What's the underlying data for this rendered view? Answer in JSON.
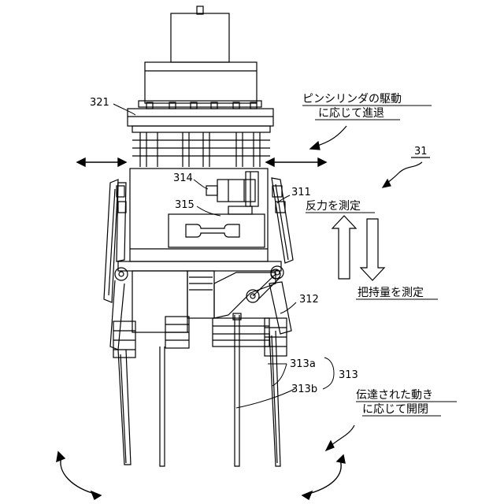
{
  "labels": {
    "ref_31": "31",
    "ref_321": "321",
    "ref_314": "314",
    "ref_315": "315",
    "ref_311": "311",
    "ref_312": "312",
    "ref_313": "313",
    "ref_313a": "313a",
    "ref_313b": "313b"
  },
  "notes": {
    "pin_cylinder_line1": "ピンシリンダの駆動",
    "pin_cylinder_line2": "に応じて進退",
    "reaction_force": "反力を測定",
    "grip_amount": "把持量を測定",
    "motion_line1": "伝達された動き",
    "motion_line2": "に応じて開閉"
  },
  "colors": {
    "line": "#000000",
    "background": "#ffffff"
  }
}
